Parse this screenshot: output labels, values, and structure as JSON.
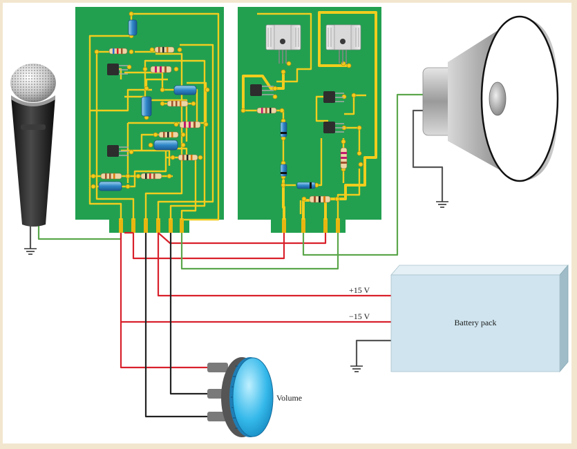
{
  "labels": {
    "plus_supply": "+15 V",
    "minus_supply": "−15 V",
    "battery_pack": "Battery pack",
    "volume": "Volume"
  },
  "colors": {
    "frame": "#f2e6cf",
    "pcb": "#22a050",
    "trace": "#f2cd1e",
    "pad": "#e8b610",
    "wire_red": "#d8202a",
    "wire_green": "#5aa64a",
    "wire_black": "#222222",
    "wire_gray": "#555555",
    "battery": "#cfe4ee",
    "knob": "#2fb6e6"
  },
  "icons": [
    "microphone-icon",
    "loudspeaker-icon",
    "ground-icon",
    "battery-pack-icon",
    "volume-potentiometer-icon",
    "circuit-board-icon",
    "transistor-icon",
    "resistor-icon",
    "capacitor-icon",
    "diode-icon"
  ]
}
